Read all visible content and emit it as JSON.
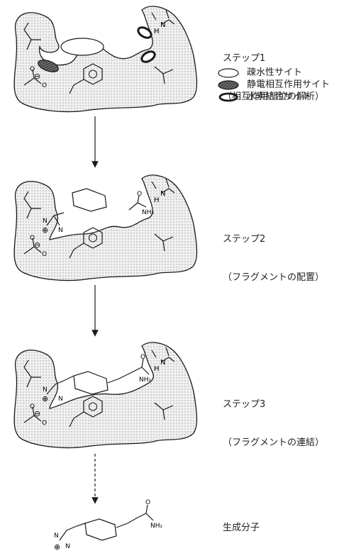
{
  "steps": [
    {
      "title": "ステップ1",
      "subtitle": "（相互作用部位の解析）"
    },
    {
      "title": "ステップ2",
      "subtitle": "（フラグメントの配置）"
    },
    {
      "title": "ステップ3",
      "subtitle": "（フラグメントの連結）"
    }
  ],
  "product_label": "生成分子",
  "legend": [
    {
      "label": "疎水性サイト",
      "style": "hollow"
    },
    {
      "label": "静電相互作用サイト",
      "style": "dark"
    },
    {
      "label": "水素結合サイト",
      "style": "ring"
    }
  ],
  "atoms": {
    "nitrogen": "N",
    "hydrogen": "H",
    "oxygen": "O",
    "amide": "NH₂",
    "plus": "⊕",
    "minus": "⊖"
  },
  "colors": {
    "pocket_fill": "#ececec",
    "stroke": "#1a1a1a",
    "dark_site": "#4a4a4a"
  }
}
